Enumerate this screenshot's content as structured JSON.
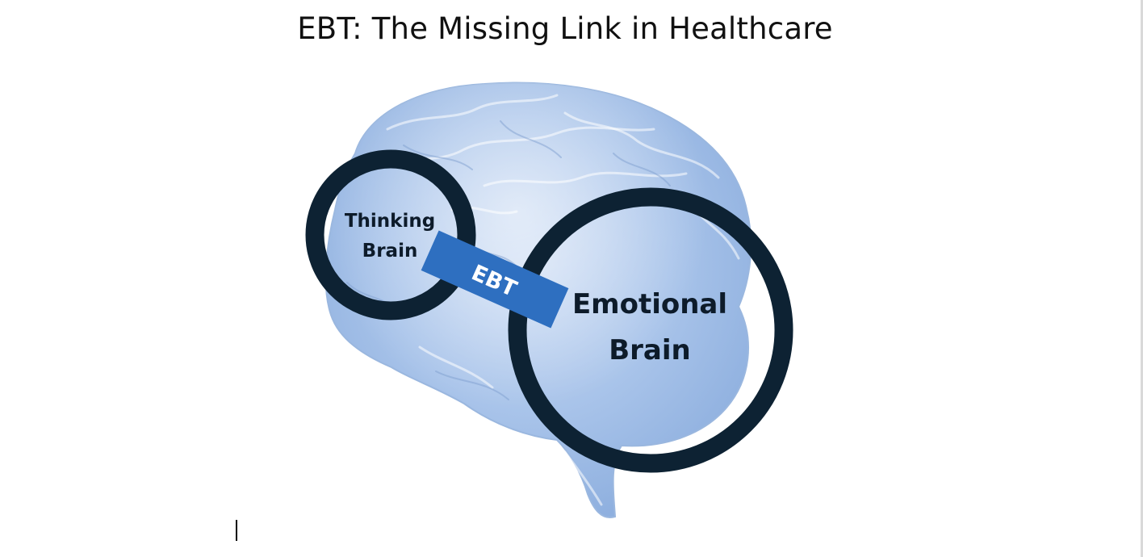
{
  "title": "EBT: The Missing Link in Healthcare",
  "diagram": {
    "thinking_brain": {
      "line1": "Thinking",
      "line2": "Brain"
    },
    "emotional_brain": {
      "line1": "Emotional",
      "line2": "Brain"
    },
    "connector": {
      "label": "EBT"
    }
  },
  "colors": {
    "brain_fill": "#a9c4ea",
    "ring": "#0d2233",
    "connector": "#2e6fc0",
    "connector_text": "#ffffff",
    "text": "#0d1b2a"
  },
  "icons": [
    "brain-illustration"
  ]
}
